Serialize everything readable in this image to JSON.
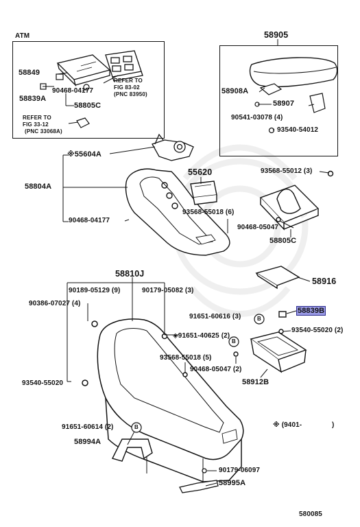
{
  "atm_box": {
    "title": "ATM",
    "labels": [
      {
        "id": "atm-58849",
        "text": "58849"
      },
      {
        "id": "atm-90468-04177",
        "text": "90468-04177"
      },
      {
        "id": "atm-58839a",
        "text": "58839A"
      },
      {
        "id": "atm-58805c",
        "text": "58805C"
      },
      {
        "id": "atm-refer-83",
        "text": "REFER TO"
      },
      {
        "id": "atm-fig-83",
        "text": "FIG 83-02"
      },
      {
        "id": "atm-pnc-83",
        "text": "(PNC 83950)"
      },
      {
        "id": "atm-refer-33",
        "text": "REFER TO"
      },
      {
        "id": "atm-fig-33",
        "text": "FIG 33-12"
      },
      {
        "id": "atm-pnc-33",
        "text": "(PNC 33068A)"
      }
    ]
  },
  "armrest_box": {
    "title": "58905",
    "labels": [
      {
        "id": "arm-58908a",
        "text": "58908A"
      },
      {
        "id": "arm-58907",
        "text": "58907"
      },
      {
        "id": "arm-90541",
        "text": "90541-03078 (4)"
      },
      {
        "id": "arm-93540",
        "text": "93540-54012"
      }
    ]
  },
  "parts": [
    {
      "id": "p-55604a",
      "text": "※55604A"
    },
    {
      "id": "p-58804a",
      "text": "58804A"
    },
    {
      "id": "p-90468-04177",
      "text": "90468-04177"
    },
    {
      "id": "p-55620",
      "text": "55620"
    },
    {
      "id": "p-93568-55018-6",
      "text": "93568-55018 (6)"
    },
    {
      "id": "p-93568-55012",
      "text": "93568-55012 (3)"
    },
    {
      "id": "p-90468-05047",
      "text": "90468-05047"
    },
    {
      "id": "p-58805c",
      "text": "58805C"
    },
    {
      "id": "p-58810j",
      "text": "58810J"
    },
    {
      "id": "p-58916",
      "text": "58916"
    },
    {
      "id": "p-90189",
      "text": "90189-05129 (9)"
    },
    {
      "id": "p-90179-05082",
      "text": "90179-05082 (3)"
    },
    {
      "id": "p-90386",
      "text": "90386-07027 (4)"
    },
    {
      "id": "p-91651-60616",
      "text": "91651-60616 (3)"
    },
    {
      "id": "p-58839b",
      "text": "58839B"
    },
    {
      "id": "p-93540-55020-2",
      "text": "93540-55020 (2)"
    },
    {
      "id": "p-91651-40625",
      "text": "◈91651-40625 (2)"
    },
    {
      "id": "p-93568-55018-5",
      "text": "93568-55018 (5)"
    },
    {
      "id": "p-90468-05047-2",
      "text": "90468-05047 (2)"
    },
    {
      "id": "p-58912b",
      "text": "58912B"
    },
    {
      "id": "p-93540-55020",
      "text": "93540-55020"
    },
    {
      "id": "p-91651-60614",
      "text": "91651-60614 (2)"
    },
    {
      "id": "p-58994a",
      "text": "58994A"
    },
    {
      "id": "p-note",
      "text": "※ (9401-"
    },
    {
      "id": "p-note-close",
      "text": ")"
    },
    {
      "id": "p-90179-06097",
      "text": "90179-06097"
    },
    {
      "id": "p-58995a",
      "text": "58995A"
    },
    {
      "id": "p-fig-code",
      "text": "580085"
    }
  ],
  "callouts": [
    {
      "id": "c-b1",
      "text": "B"
    },
    {
      "id": "c-b2",
      "text": "B"
    },
    {
      "id": "c-b3",
      "text": "B"
    }
  ],
  "colors": {
    "highlight": "#9a9ae6",
    "line": "#111111",
    "watermark": "#eeeeee"
  }
}
